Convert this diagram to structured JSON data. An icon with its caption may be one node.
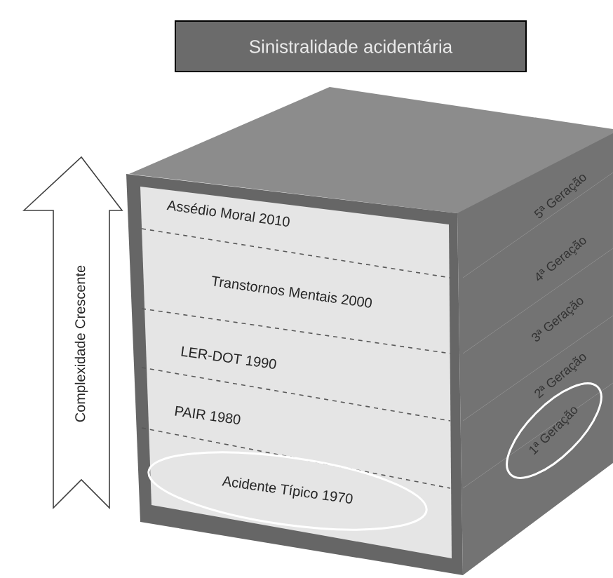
{
  "diagram": {
    "title": "Sinistralidade acidentária",
    "nodes": [
      {
        "text": [
          "Complexidade Crescente"
        ]
      },
      {
        "text": [
          "Assédio Moral 2010"
        ]
      },
      {
        "text": [
          "Transtornos Mentais 2000"
        ]
      },
      {
        "text": [
          "LER-DOT 1990"
        ]
      },
      {
        "text": [
          "PAIR 1980"
        ]
      },
      {
        "text": [
          "Acidente Típico 1970"
        ]
      },
      {
        "text": [
          "5ª Geração"
        ]
      },
      {
        "text": [
          "4ª Geração"
        ]
      },
      {
        "text": [
          "3ª Geração"
        ]
      },
      {
        "text": [
          "2ª Geração"
        ]
      },
      {
        "text": [
          "1ª Geração"
        ]
      }
    ]
  }
}
